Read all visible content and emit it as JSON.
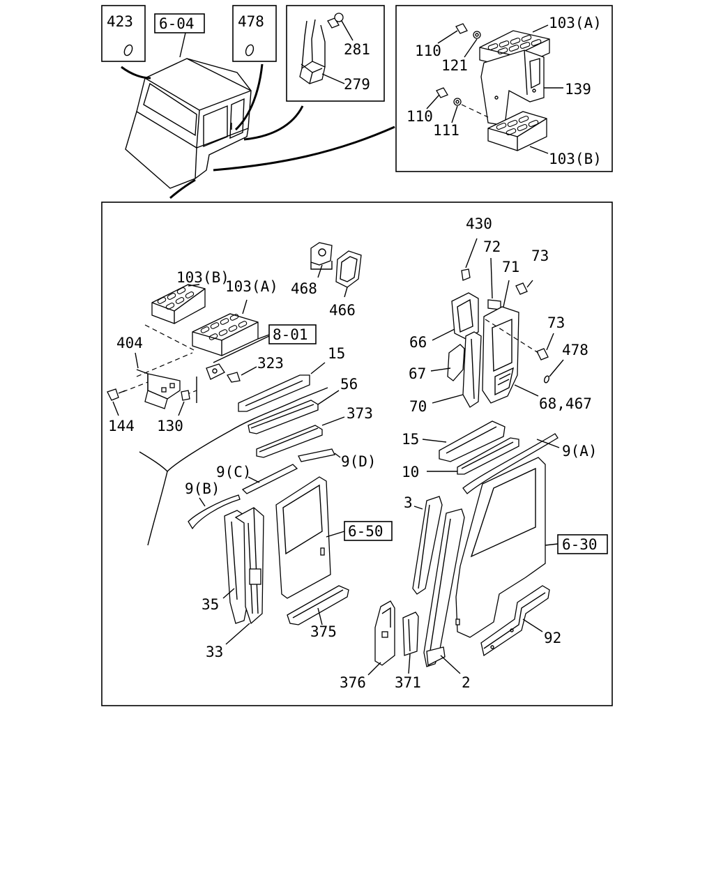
{
  "diagram": {
    "refs": {
      "r_604": "6-04",
      "r_801": "8-01",
      "r_650": "6-50",
      "r_630": "6-30"
    },
    "callouts": {
      "c423": "423",
      "c478a": "478",
      "c281": "281",
      "c279": "279",
      "c110a": "110",
      "c121": "121",
      "c103a_top": "103(A)",
      "c139": "139",
      "c110b": "110",
      "c111": "111",
      "c103b_top": "103(B)",
      "c430": "430",
      "c72": "72",
      "c71": "71",
      "c73a": "73",
      "c73b": "73",
      "c478b": "478",
      "c66": "66",
      "c67": "67",
      "c70": "70",
      "c68_467": "68,467",
      "c103b_mid": "103(B)",
      "c103a_mid": "103(A)",
      "c468": "468",
      "c466": "466",
      "c404": "404",
      "c323": "323",
      "c15a": "15",
      "c56": "56",
      "c373": "373",
      "c144": "144",
      "c130": "130",
      "c15b": "15",
      "c9a": "9(A)",
      "c10": "10",
      "c9c": "9(C)",
      "c9d": "9(D)",
      "c9b": "9(B)",
      "c3": "3",
      "c35": "35",
      "c33": "33",
      "c375": "375",
      "c92": "92",
      "c376": "376",
      "c371": "371",
      "c2": "2"
    }
  }
}
